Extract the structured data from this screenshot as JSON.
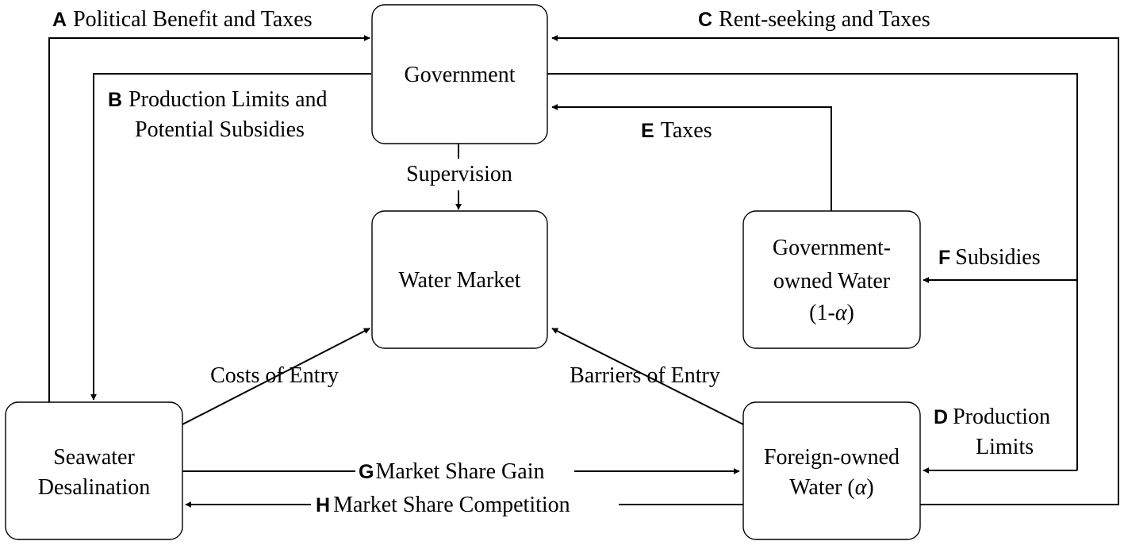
{
  "nodes": {
    "government": {
      "line1": "Government"
    },
    "water_market": {
      "line1": "Water Market"
    },
    "government_owned_water": {
      "line1": "Government-",
      "line2": "owned Water",
      "line3_pre": "(1-",
      "line3_var": "α",
      "line3_post": ")"
    },
    "seawater_desalination": {
      "line1": "Seawater",
      "line2": "Desalination"
    },
    "foreign_owned_water": {
      "line1": "Foreign-owned",
      "line2_pre": "Water (",
      "line2_var": "α",
      "line2_post": ")"
    }
  },
  "edges": {
    "A": {
      "letter": "A",
      "text": "Political Benefit and Taxes"
    },
    "B": {
      "letter": "B",
      "text1": "Production Limits and",
      "text2": "Potential Subsidies"
    },
    "C": {
      "letter": "C",
      "text": "Rent-seeking and Taxes"
    },
    "D": {
      "letter": "D",
      "text1": "Production",
      "text2": "Limits"
    },
    "E": {
      "letter": "E",
      "text": "Taxes"
    },
    "F": {
      "letter": "F",
      "text": "Subsidies"
    },
    "G": {
      "letter": "G",
      "text": "Market Share Gain"
    },
    "H": {
      "letter": "H",
      "text": "Market Share Competition"
    },
    "supervision": {
      "text": "Supervision"
    },
    "costs_of_entry": {
      "text": "Costs of Entry"
    },
    "barriers_of_entry": {
      "text": "Barriers of Entry"
    }
  }
}
